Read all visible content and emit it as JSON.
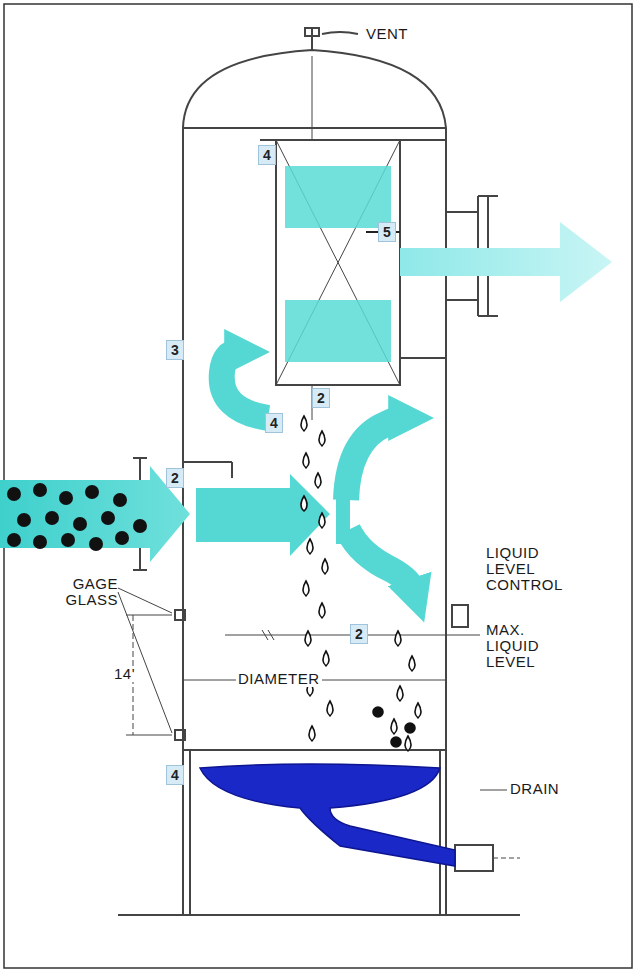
{
  "diagram": {
    "labels": [
      "VENT",
      "4",
      "5",
      "3",
      "2",
      "4",
      "2",
      "LIQUID LEVEL CONTROL",
      "GAGE GLASS",
      "MAX. LIQUID LEVEL",
      "14'",
      "DIAMETER",
      "2",
      "4",
      "DRAIN"
    ]
  }
}
